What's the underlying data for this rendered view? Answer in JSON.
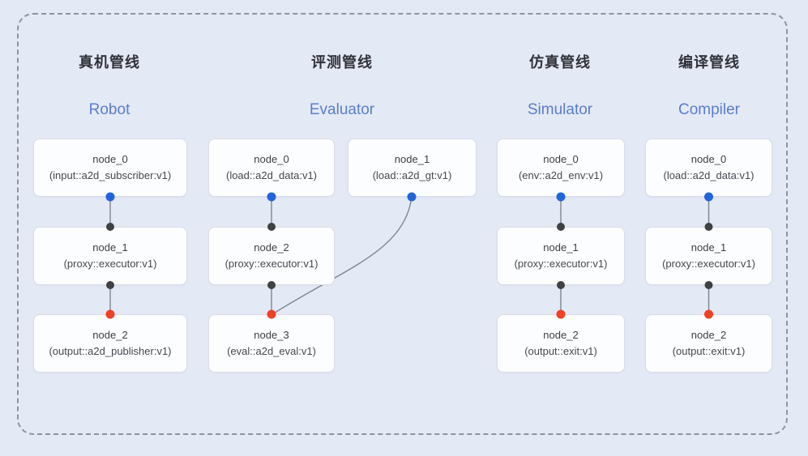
{
  "colors": {
    "page_bg": "#e4e9f6",
    "frame_dash": "#8d95a3",
    "node_bg": "#fcfdff",
    "node_border": "#d9dde6",
    "node_text": "#3c3f45",
    "node_subtext": "#45484f",
    "title_cn": "#303239",
    "title_en": "#5a7ecd",
    "edge": "#7f858f",
    "blue_dot": "#2264d9",
    "black_dot": "#3f4145",
    "red_dot": "#ef4123"
  },
  "pipelines": [
    {
      "title_cn": "真机管线",
      "title_en": "Robot",
      "nodes": [
        {
          "name": "node_0",
          "type": "(input::a2d_subscriber:v1)"
        },
        {
          "name": "node_1",
          "type": "(proxy::executor:v1)"
        },
        {
          "name": "node_2",
          "type": "(output::a2d_publisher:v1)"
        }
      ]
    },
    {
      "title_cn": "评测管线",
      "title_en": "Evaluator",
      "nodes": [
        {
          "name": "node_0",
          "type": "(load::a2d_data:v1)"
        },
        {
          "name": "node_1",
          "type": "(load::a2d_gt:v1)"
        },
        {
          "name": "node_2",
          "type": "(proxy::executor:v1)"
        },
        {
          "name": "node_3",
          "type": "(eval::a2d_eval:v1)"
        }
      ]
    },
    {
      "title_cn": "仿真管线",
      "title_en": "Simulator",
      "nodes": [
        {
          "name": "node_0",
          "type": "(env::a2d_env:v1)"
        },
        {
          "name": "node_1",
          "type": "(proxy::executor:v1)"
        },
        {
          "name": "node_2",
          "type": "(output::exit:v1)"
        }
      ]
    },
    {
      "title_cn": "编译管线",
      "title_en": "Compiler",
      "nodes": [
        {
          "name": "node_0",
          "type": "(load::a2d_data:v1)"
        },
        {
          "name": "node_1",
          "type": "(proxy::executor:v1)"
        },
        {
          "name": "node_2",
          "type": "(output::exit:v1)"
        }
      ]
    }
  ]
}
